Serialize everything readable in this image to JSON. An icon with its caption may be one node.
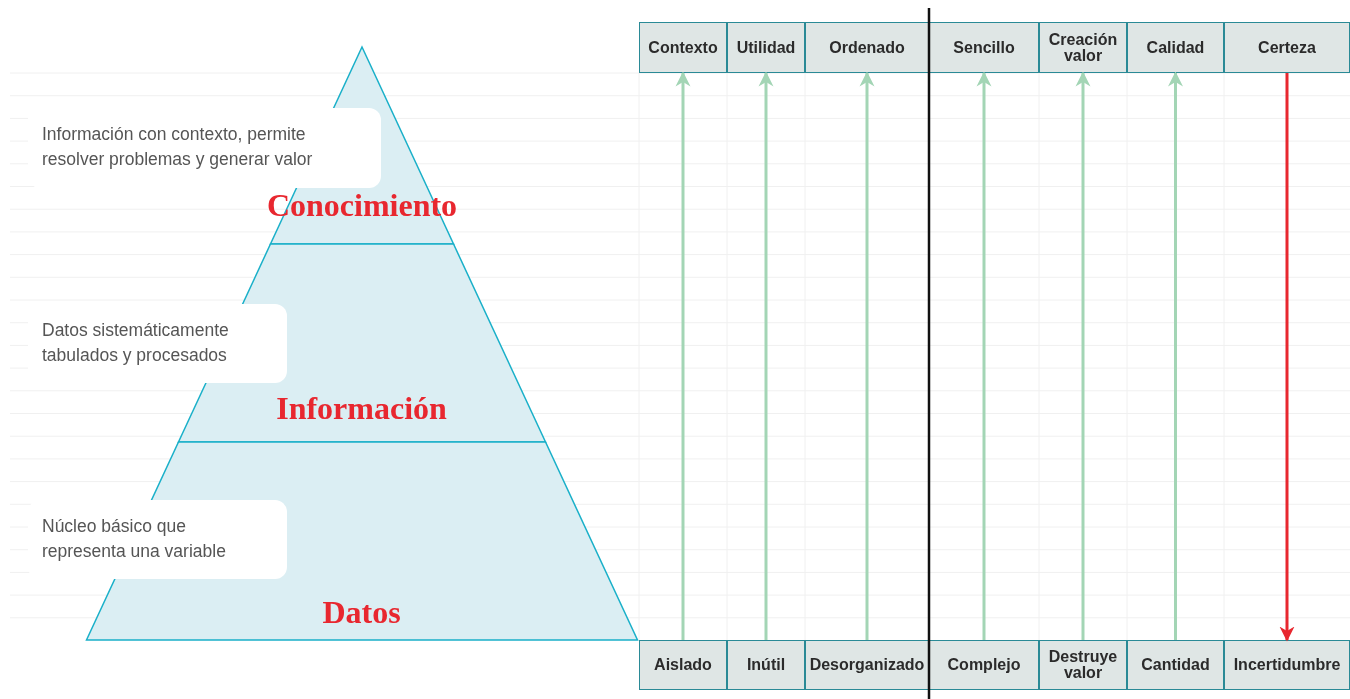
{
  "diagram": {
    "nodes": [
      {
        "text": [
          "Conocimiento"
        ]
      },
      {
        "text": [
          "Información"
        ]
      },
      {
        "text": [
          "Datos"
        ]
      },
      {
        "text": [
          "Información con contexto, permite resolver problemas y generar valor"
        ]
      },
      {
        "text": [
          "Datos sistemáticamente tabulados y procesados"
        ]
      },
      {
        "text": [
          "Núcleo básico que representa una variable"
        ]
      },
      {
        "text": [
          "Contexto"
        ]
      },
      {
        "text": [
          "Utilidad"
        ]
      },
      {
        "text": [
          "Ordenado"
        ]
      },
      {
        "text": [
          "Sencillo"
        ]
      },
      {
        "text": [
          "Creación valor"
        ]
      },
      {
        "text": [
          "Calidad"
        ]
      },
      {
        "text": [
          "Certeza"
        ]
      },
      {
        "text": [
          "Aislado"
        ]
      },
      {
        "text": [
          "Inútil"
        ]
      },
      {
        "text": [
          "Desorganizado"
        ]
      },
      {
        "text": [
          "Complejo"
        ]
      },
      {
        "text": [
          "Destruye valor"
        ]
      },
      {
        "text": [
          "Cantidad"
        ]
      },
      {
        "text": [
          "Incertidumbre"
        ]
      }
    ],
    "edges": [
      {
        "from": 13,
        "to": 6,
        "arrow": "to"
      },
      {
        "from": 14,
        "to": 7,
        "arrow": "to"
      },
      {
        "from": 15,
        "to": 8,
        "arrow": "to"
      },
      {
        "from": 16,
        "to": 9,
        "arrow": "to"
      },
      {
        "from": 17,
        "to": 10,
        "arrow": "to"
      },
      {
        "from": 18,
        "to": 11,
        "arrow": "to"
      },
      {
        "from": 12,
        "to": 19,
        "arrow": "to",
        "color": "#e8272f"
      }
    ]
  }
}
